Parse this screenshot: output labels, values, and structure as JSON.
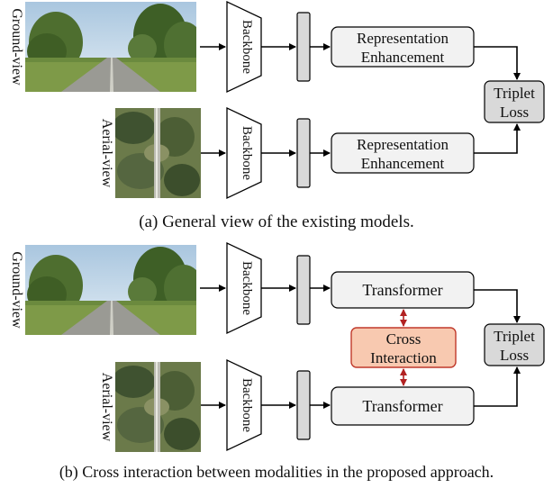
{
  "views": {
    "ground": "Ground-view",
    "aerial": "Aerial-view"
  },
  "modules": {
    "backbone": "Backbone",
    "representation_line1": "Representation",
    "representation_line2": "Enhancement",
    "transformer": "Transformer",
    "cross_line1": "Cross",
    "cross_line2": "Interaction",
    "triplet_line1": "Triplet",
    "triplet_line2": "Loss"
  },
  "captions": {
    "a": "(a) General view of the existing models.",
    "b": "(b) Cross interaction between modalities in the proposed approach."
  },
  "colors": {
    "module_fill": "#f2f2f2",
    "loss_fill": "#d9d9d9",
    "cross_fill": "#f8c9b0",
    "cross_stroke": "#c0392b",
    "arrow": "#000000",
    "link": "#b22222"
  }
}
